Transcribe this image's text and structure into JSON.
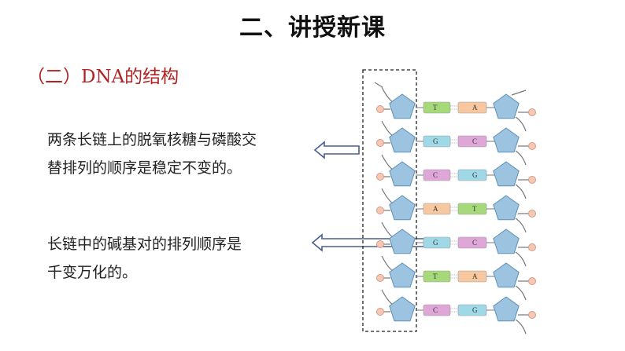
{
  "header": {
    "title": "二、讲授新课"
  },
  "section": {
    "heading": "（二）DNA的结构"
  },
  "points": [
    {
      "text_line1": "两条长链上的脱氧核糖与磷酸交",
      "text_line2": "替排列的顺序是稳定不变的。"
    },
    {
      "text_line1": "长链中的碱基对的排列顺序是",
      "text_line2": "千变万化的。"
    }
  ],
  "dna": {
    "base_pairs": [
      {
        "left": "T",
        "right": "A"
      },
      {
        "left": "G",
        "right": "C"
      },
      {
        "left": "C",
        "right": "G"
      },
      {
        "left": "A",
        "right": "T"
      },
      {
        "left": "G",
        "right": "C"
      },
      {
        "left": "T",
        "right": "A"
      },
      {
        "left": "C",
        "right": "G"
      }
    ],
    "base_colors": {
      "A": "#f7c89f",
      "T": "#a6d97a",
      "G": "#9fd8e6",
      "C": "#dea7d8"
    },
    "sugar_color": "#9cc3e0",
    "phosphate_color": "#f6c8b4"
  }
}
